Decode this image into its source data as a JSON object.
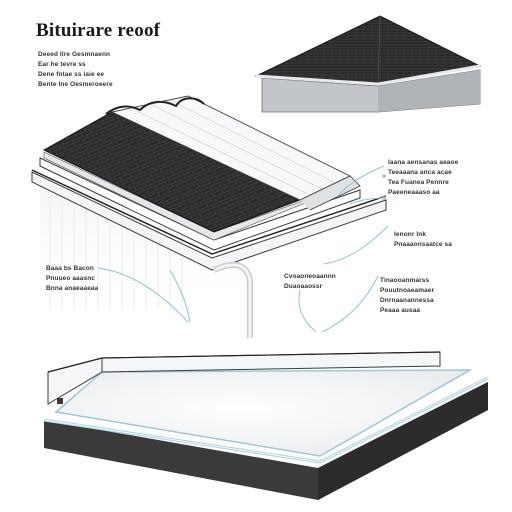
{
  "title": "Bituirare reoof",
  "intro": [
    "Deeed Ilre Gesmnaenn",
    "Ear he tevre ss",
    "Dene fntae ss iaie ee",
    "Bente Ine Oesmeroeere"
  ],
  "callouts": {
    "upper_right": [
      "Iaana aensanas aeaoe",
      "Teeaaana anca acae",
      "Tea Fuanea Pennre",
      "Paeeneaaaso aa"
    ],
    "mid_right_a": [
      "Ienonr Ink",
      "Pnaaaonsaatce sa"
    ],
    "mid_right_b": [
      "Tinaooanmarss",
      "Pouutnoaeamaer",
      "Dnrnaanannessa",
      "Peaaa ausaa"
    ],
    "center": [
      "Cvoaoneoaannn",
      "Duaoaaossr"
    ],
    "left": [
      "Baaa bs Bacon",
      "Pnuueo aaasnc",
      "Bnna anaeaaeaa"
    ]
  },
  "colors": {
    "shingle": "#2b2b2b",
    "roof_edge": "#cfd2d6",
    "wall": "#c9ccd1",
    "slab_dark": "#3a3a3a",
    "membrane": "#f3f4f6",
    "accent_blue": "#a9d4e6"
  }
}
